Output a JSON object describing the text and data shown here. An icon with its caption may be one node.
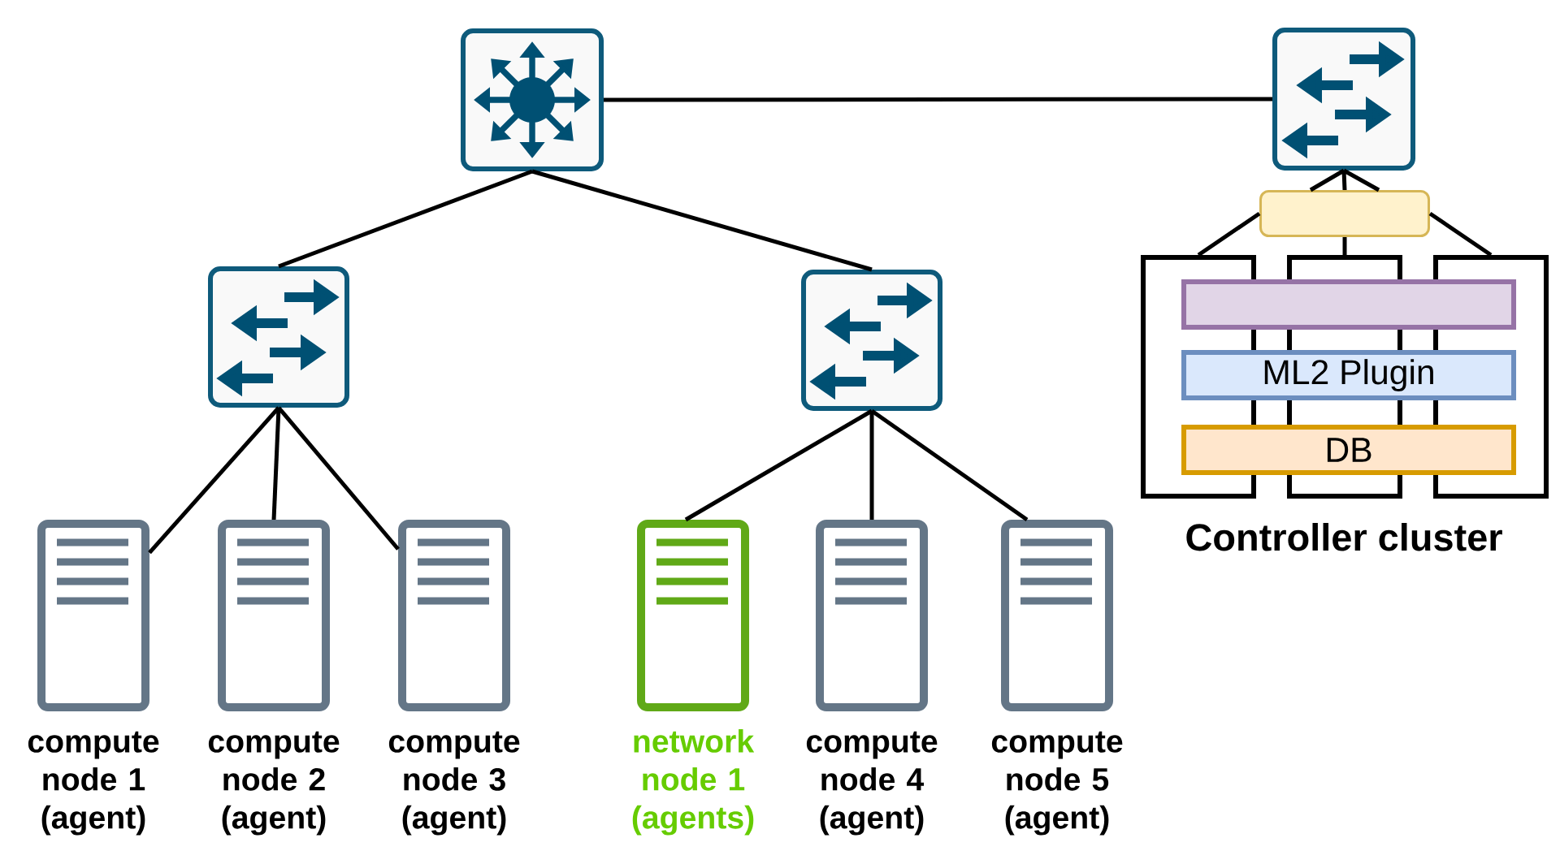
{
  "diagram": {
    "nodes": [
      {
        "text": [],
        "shape": "picture"
      },
      {
        "text": [],
        "shape": "picture"
      },
      {
        "text": [],
        "shape": "box"
      },
      {
        "text": [],
        "shape": "picture"
      },
      {
        "text": [],
        "shape": "picture"
      },
      {
        "text": [],
        "shape": "box"
      },
      {
        "text": [],
        "shape": "box"
      },
      {
        "text": [],
        "shape": "box"
      },
      {
        "text": [],
        "shape": "bar"
      },
      {
        "text": [
          "ML2 Plugin"
        ]
      },
      {
        "text": [
          "DB"
        ]
      },
      {
        "text": [
          "compute node 1 (agent)"
        ]
      },
      {
        "text": [
          "compute node 2 (agent)"
        ]
      },
      {
        "text": [
          "compute node 3 (agent)"
        ]
      },
      {
        "text": [
          "network node 1 (agents)"
        ]
      },
      {
        "text": [
          "compute node 4 (agent)"
        ]
      },
      {
        "text": [
          "compute node 5 (agent)"
        ]
      }
    ],
    "edges": [
      {
        "from": 0,
        "to": 1,
        "arrow": "none"
      },
      {
        "from": 1,
        "to": 2,
        "arrow": "none"
      },
      {
        "from": 2,
        "to": 5,
        "arrow": "none"
      },
      {
        "from": 2,
        "to": 6,
        "arrow": "none"
      },
      {
        "from": 2,
        "to": 7,
        "arrow": "none"
      },
      {
        "from": 0,
        "to": 3,
        "arrow": "none"
      },
      {
        "from": 0,
        "to": 4,
        "arrow": "none"
      },
      {
        "from": 3,
        "to": 11,
        "arrow": "none"
      },
      {
        "from": 3,
        "to": 12,
        "arrow": "none"
      },
      {
        "from": 3,
        "to": 13,
        "arrow": "none"
      },
      {
        "from": 4,
        "to": 14,
        "arrow": "none"
      },
      {
        "from": 4,
        "to": 15,
        "arrow": "none"
      },
      {
        "from": 4,
        "to": 16,
        "arrow": "none"
      }
    ],
    "labels": [
      "Controller cluster"
    ]
  }
}
